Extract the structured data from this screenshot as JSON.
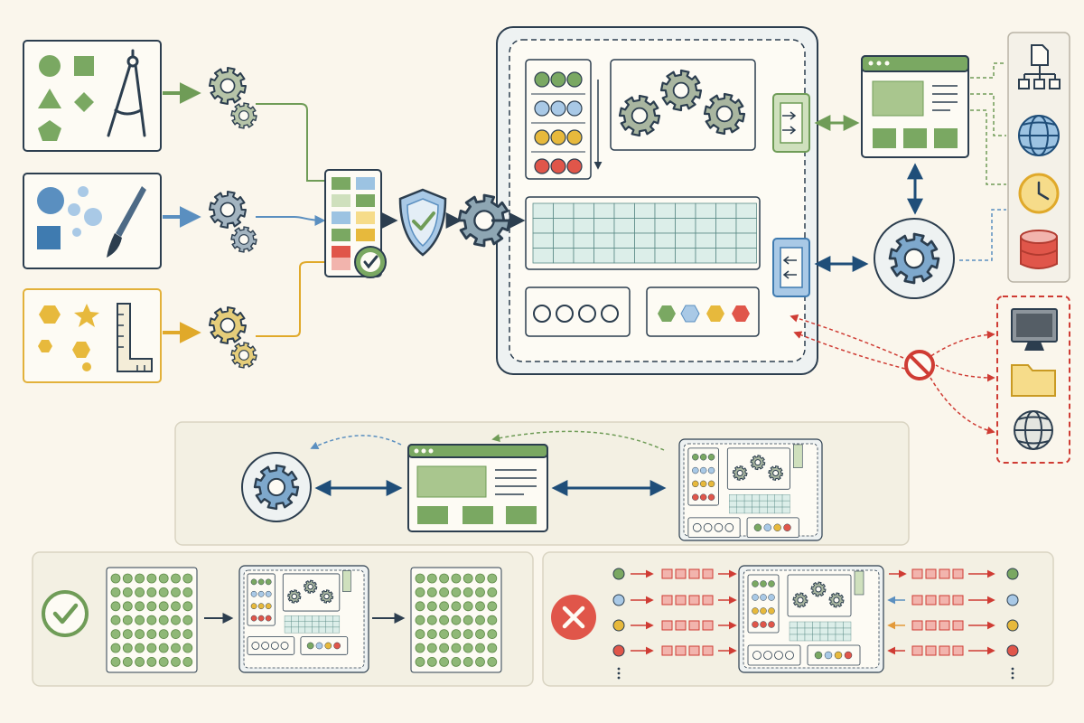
{
  "colors": {
    "background": "#faf6ec",
    "panel": "#fdfbf4",
    "stroke": "#2c3e4f",
    "green": "#7aa862",
    "green_light": "#cfe0bd",
    "blue": "#5a8fc0",
    "blue_light": "#a9c9e6",
    "teal_light": "#dceee9",
    "yellow": "#e7b93c",
    "yellow_light": "#f6dc8a",
    "red": "#e0564a",
    "red_light": "#f2b4ad",
    "gear": "#a9b6a0",
    "gear_blue": "#7ea8cc",
    "dashed_red": "#cf3c34"
  },
  "sources": [
    {
      "name": "shapes-tools-card",
      "accent": "green",
      "icons": [
        "circle-icon",
        "square-icon",
        "triangle-icon",
        "diamond-icon",
        "pentagon-icon",
        "compass-icon"
      ]
    },
    {
      "name": "paint-card",
      "accent": "blue",
      "icons": [
        "circle-icon",
        "bubbles-icon",
        "square-icon",
        "paintbrush-icon"
      ]
    },
    {
      "name": "hexagon-ruler-card",
      "accent": "yellow",
      "icons": [
        "hexagon-icon",
        "star-icon",
        "hexagon-icon",
        "ruler-icon"
      ]
    }
  ],
  "palette_rows": [
    "green",
    "blue",
    "yellow",
    "red"
  ],
  "ring_colors": [
    "green",
    "blue",
    "yellow",
    "red"
  ],
  "external_services": [
    "document-tree-icon",
    "globe-icon",
    "clock-icon",
    "database-icon"
  ],
  "blocked_resources": [
    "monitor-icon",
    "folder-icon",
    "globe-icon"
  ],
  "outcomes": {
    "success": {
      "icon": "check-circle-icon",
      "grid_rows": 7,
      "grid_cols": 7
    },
    "failure": {
      "icon": "x-circle-icon",
      "dot_colors": [
        "green",
        "blue",
        "yellow",
        "red"
      ]
    }
  }
}
